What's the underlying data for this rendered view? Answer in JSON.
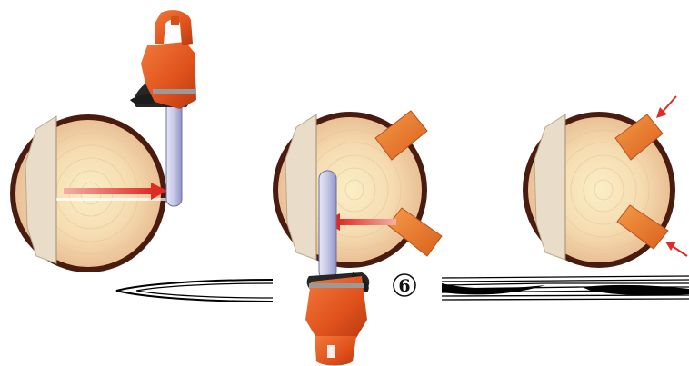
{
  "figure": {
    "step_number": "6",
    "colors": {
      "bark": "#4a1c10",
      "sapwood": "#eec9a2",
      "heartwood": "#f7e6b8",
      "face_cut": "#e8dcc6",
      "arrow": "#e02a24",
      "wedge": "#ee7a2a",
      "saw_body": "#e3571f",
      "saw_handle": "#1e1e1e",
      "bar": "#c9cbe8"
    },
    "panels": [
      {
        "id": "panel-1",
        "elements": [
          "log-cross-section",
          "face-notch",
          "back-cut-arrow",
          "chainsaw-top"
        ]
      },
      {
        "id": "panel-2",
        "elements": [
          "log-cross-section",
          "face-notch",
          "wedge-upper",
          "wedge-lower",
          "cut-arrow",
          "chainsaw-bottom"
        ]
      },
      {
        "id": "panel-3",
        "elements": [
          "log-cross-section",
          "face-notch",
          "wedge-upper",
          "wedge-lower",
          "push-arrow-upper",
          "push-arrow-lower"
        ]
      }
    ],
    "icons": [
      "chainsaw-icon",
      "wedge-icon",
      "arrow-icon",
      "log-icon"
    ]
  }
}
